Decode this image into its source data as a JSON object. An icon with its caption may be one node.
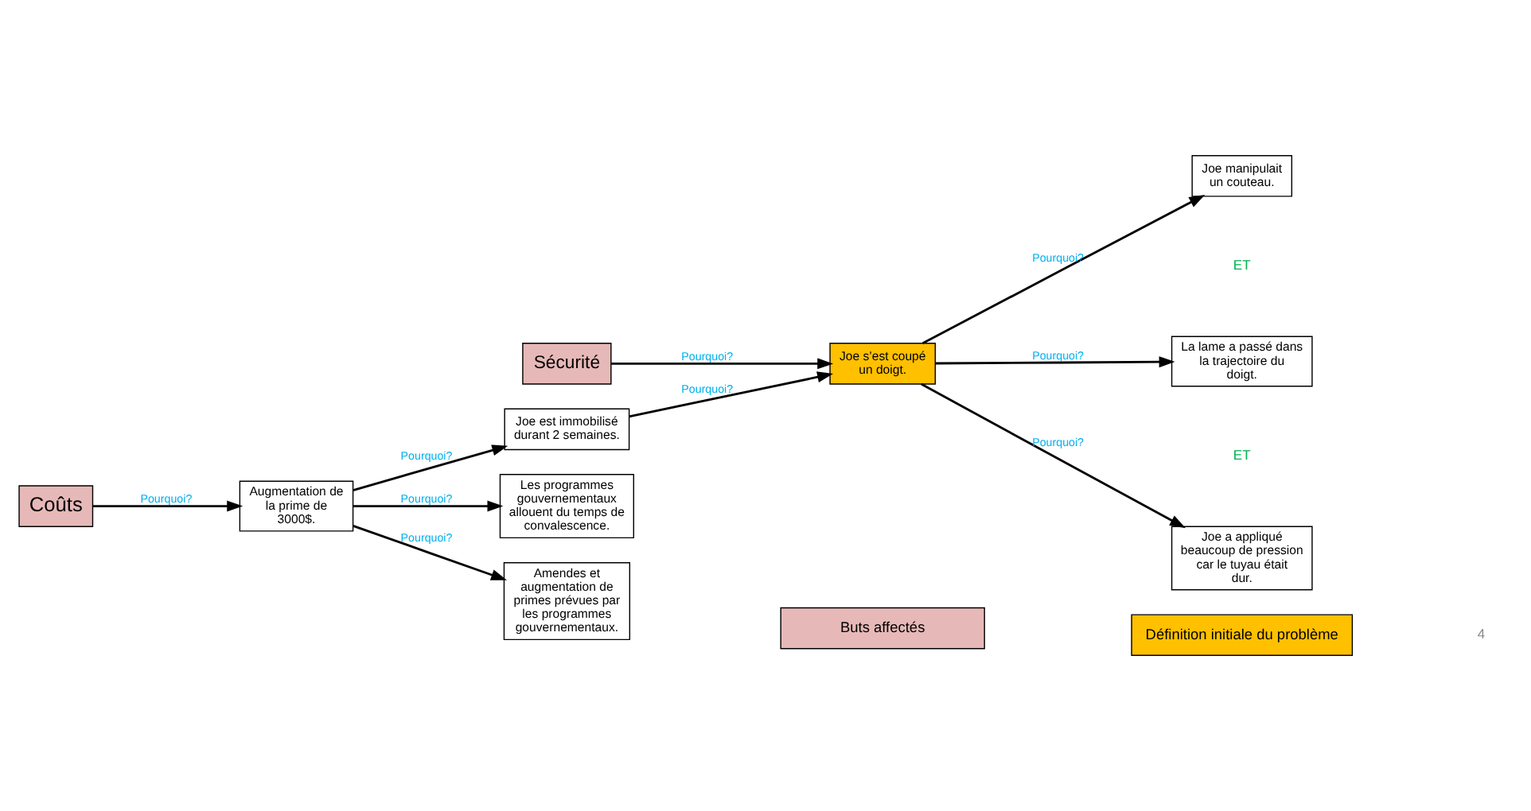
{
  "diagram": {
    "nodes": [
      {
        "text": [
          "Sécurité"
        ]
      },
      {
        "text": [
          "Coûts"
        ]
      },
      {
        "text": [
          "Augmentation de la prime de 3000$."
        ]
      },
      {
        "text": [
          "Joe est immobilisé durant 2 semaines."
        ]
      },
      {
        "text": [
          "Joe s’est coupé un doigt."
        ]
      },
      {
        "text": [
          "Les programmes gouvernementaux allouent du temps de convalescence."
        ]
      },
      {
        "text": [
          "Amendes et augmentation de primes prévues par les programmes gouvernementaux."
        ]
      },
      {
        "text": [
          "Joe manipulait un couteau."
        ]
      },
      {
        "text": [
          "La lame a passé dans la trajectoire du doigt."
        ]
      },
      {
        "text": [
          "Joe a appliqué beaucoup de pression car le tuyau était dur."
        ]
      }
    ],
    "edges": [
      {
        "from": 0,
        "to": 4,
        "arrow": "to",
        "label": "Pourquoi?"
      },
      {
        "from": 1,
        "to": 2,
        "arrow": "to",
        "label": "Pourquoi?"
      },
      {
        "from": 2,
        "to": 3,
        "arrow": "to",
        "label": "Pourquoi?"
      },
      {
        "from": 2,
        "to": 5,
        "arrow": "to",
        "label": "Pourquoi?"
      },
      {
        "from": 2,
        "to": 6,
        "arrow": "to",
        "label": "Pourquoi?"
      },
      {
        "from": 3,
        "to": 4,
        "arrow": "to",
        "label": "Pourquoi?"
      },
      {
        "from": 4,
        "to": 7,
        "arrow": "to",
        "label": "Pourquoi?"
      },
      {
        "from": 4,
        "to": 8,
        "arrow": "to",
        "label": "Pourquoi?"
      },
      {
        "from": 4,
        "to": 9,
        "arrow": "to",
        "label": "Pourquoi?"
      }
    ],
    "labels": [
      "ET",
      "ET",
      "4"
    ],
    "legend": [
      {
        "text": "Buts affectés",
        "color": "#e6b9b8"
      },
      {
        "text": "Définition initiale du problème",
        "color": "#ffc000"
      }
    ]
  }
}
